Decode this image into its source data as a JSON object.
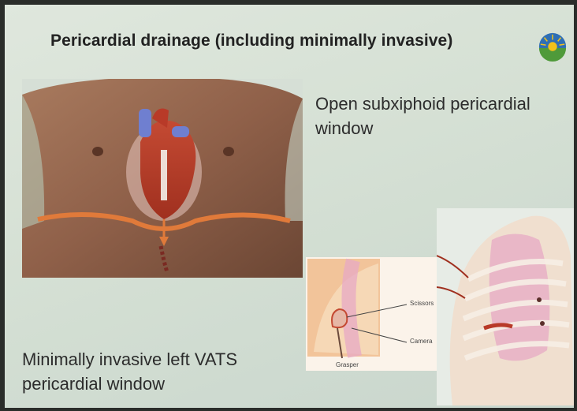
{
  "slide": {
    "title": "Pericardial drainage (including minimally invasive)",
    "caption_open": "Open subxiphoid pericardial window",
    "caption_vats": "Minimally invasive left VATS pericardial window",
    "inset_labels": {
      "scissors": "Scissors",
      "camera": "Camera",
      "grasper": "Grasper"
    }
  },
  "colors": {
    "background": "#d9e3d8",
    "skin": "#9c6e52",
    "heart": "#c8452e",
    "vessel": "#6f7fd0",
    "incision": "#e07a3a",
    "pericardium": "#e7a9c4"
  },
  "icons": {
    "logo": "sunburst-logo-icon"
  }
}
